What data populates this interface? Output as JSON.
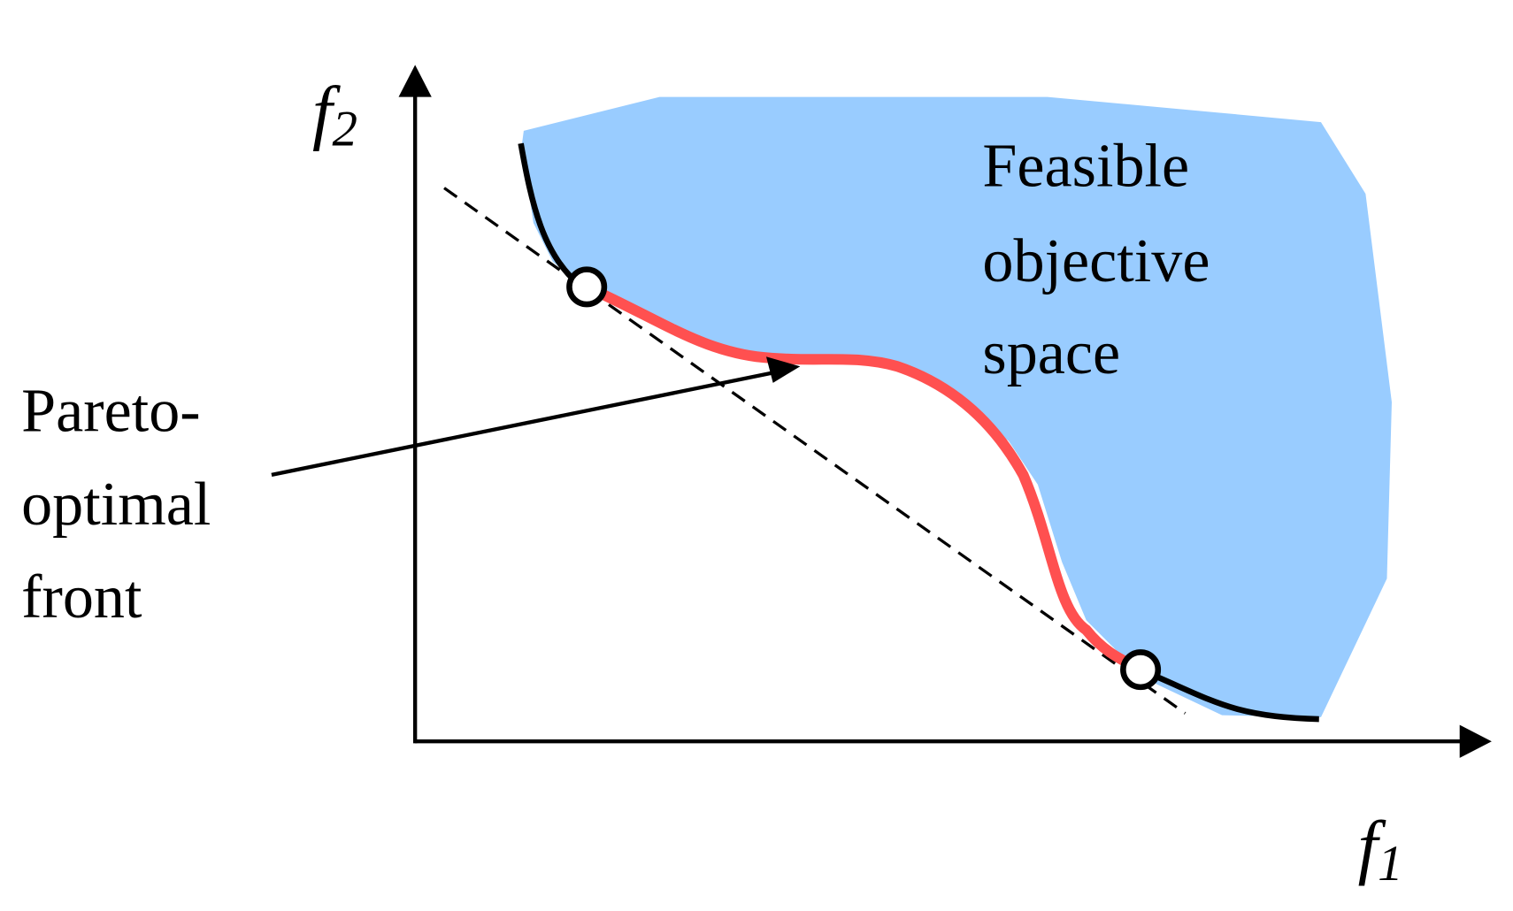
{
  "axes": {
    "x_label": "f",
    "x_sub": "1",
    "y_label": "f",
    "y_sub": "2"
  },
  "region_label": [
    "Feasible",
    "objective",
    "space"
  ],
  "front_label": [
    "Pareto-",
    "optimal",
    "front"
  ],
  "colors": {
    "feasible_region": "#99ccff",
    "pareto_front": "#ff5050",
    "boundary": "#000000"
  }
}
